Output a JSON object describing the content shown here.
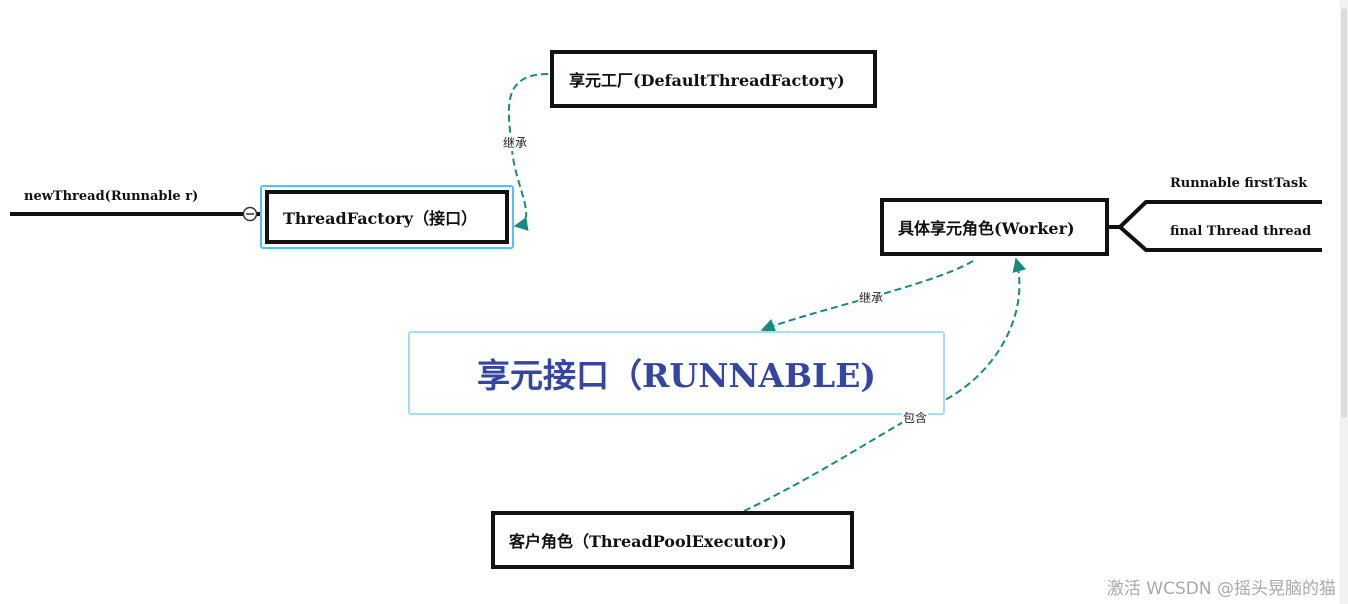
{
  "nodes": {
    "factory_impl": "享元工厂(DefaultThreadFactory)",
    "thread_factory": "ThreadFactory（接口）",
    "worker": "具体享元角色(Worker)",
    "runnable": "享元接口（RUNNABLE)",
    "client": "客户角色（ThreadPoolExecutor))"
  },
  "branches": {
    "new_thread": "newThread(Runnable r)",
    "first_task": "Runnable firstTask",
    "thread": "final Thread thread"
  },
  "edges": {
    "extends_factory": "继承",
    "extends_worker": "继承",
    "contains": "包含"
  },
  "watermark": "激活 WCSDN @摇头晃脑的猫",
  "colors": {
    "dashed_edge": "#1a8a7c",
    "runnable_text": "#3545a2",
    "highlight_border": "#4fc3f7"
  }
}
